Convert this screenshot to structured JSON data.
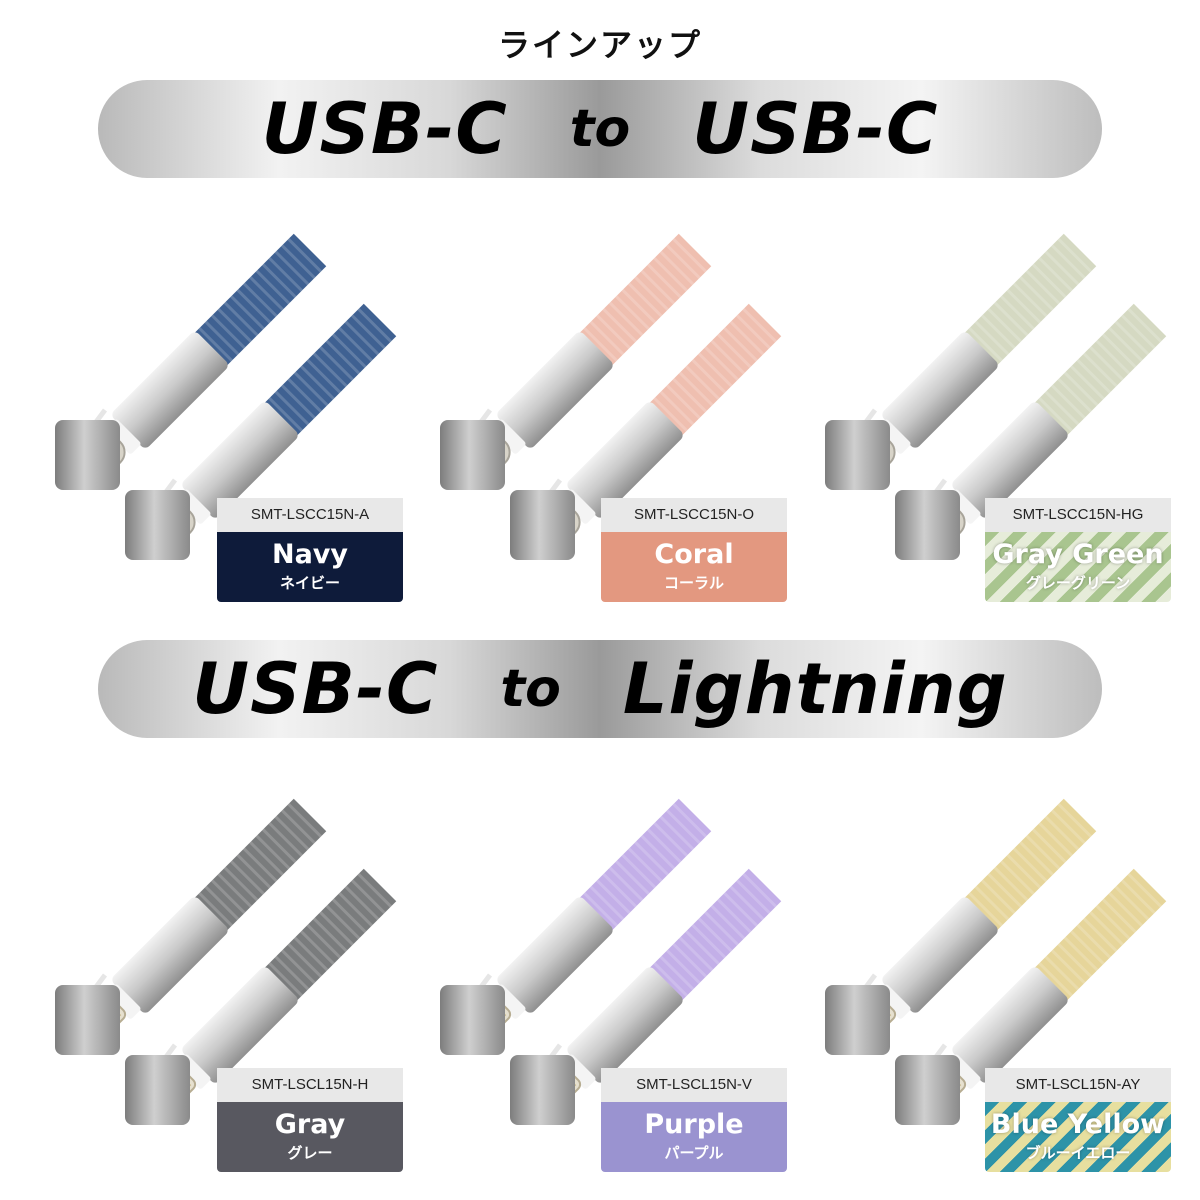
{
  "page": {
    "title": "ラインアップ"
  },
  "sections": [
    {
      "left": "USB-C",
      "mid": "to",
      "right": "USB-C"
    },
    {
      "left": "USB-C",
      "mid": "to",
      "right": "Lightning"
    }
  ],
  "products": [
    {
      "model": "SMT-LSCC15N-A",
      "color_en": "Navy",
      "color_jp": "ネイビー",
      "chip": "#0e1b3a",
      "cable": "#3f6192",
      "connector": "usb-c"
    },
    {
      "model": "SMT-LSCC15N-O",
      "color_en": "Coral",
      "color_jp": "コーラル",
      "chip": "#e39880",
      "cable": "#efbfb0",
      "connector": "usb-c"
    },
    {
      "model": "SMT-LSCC15N-HG",
      "color_en": "Gray Green",
      "color_jp": "グレーグリーン",
      "chip": "#a9c58f",
      "cable": "#d5d9c2",
      "connector": "usb-c"
    },
    {
      "model": "SMT-LSCL15N-H",
      "color_en": "Gray",
      "color_jp": "グレー",
      "chip": "#585860",
      "cable": "#7a7c7d",
      "connector": "lightning"
    },
    {
      "model": "SMT-LSCL15N-V",
      "color_en": "Purple",
      "color_jp": "パープル",
      "chip": "#9a93d0",
      "cable": "#c3afe8",
      "connector": "lightning"
    },
    {
      "model": "SMT-LSCL15N-AY",
      "color_en": "Blue Yellow",
      "color_jp": "ブルーイエロー",
      "chip": "#2d93a8",
      "cable": "#e6d59a",
      "connector": "lightning"
    }
  ]
}
